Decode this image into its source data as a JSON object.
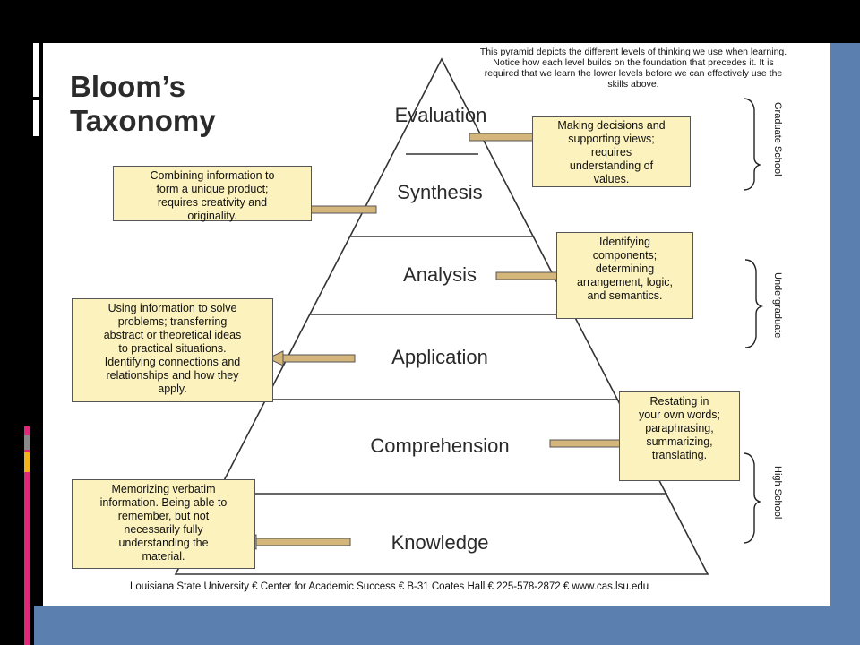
{
  "title": {
    "line1": "Bloom’s",
    "line2": "Taxonomy"
  },
  "intro": [
    "This pyramid depicts the different levels of thinking we use when learning.",
    "Notice how  each level builds on the foundation that precedes it.  It is",
    "required that we learn the lower levels before we can effectively use the",
    "skills above."
  ],
  "levels": [
    "Evaluation",
    "Synthesis",
    "Analysis",
    "Application",
    "Comprehension",
    "Knowledge"
  ],
  "descriptions": {
    "evaluation": [
      "Making decisions and",
      "supporting views;",
      "requires",
      "understanding of",
      "values."
    ],
    "synthesis": [
      "Combining information to",
      "form a unique product;",
      "requires creativity and",
      "originality."
    ],
    "analysis": [
      "Identifying",
      "components;",
      "determining",
      "arrangement, logic,",
      "and semantics."
    ],
    "application": [
      "Using information to solve",
      "problems; transferring",
      "abstract or theoretical ideas",
      "to practical situations.",
      "Identifying connections and",
      "relationships and how they",
      "apply."
    ],
    "comprehension": [
      "Restating in",
      "your own words;",
      "paraphrasing,",
      "summarizing,",
      "translating."
    ],
    "knowledge": [
      "Memorizing verbatim",
      "information. Being able to",
      "remember, but not",
      "necessarily fully",
      "understanding the",
      "material."
    ]
  },
  "brackets": [
    "Graduate School",
    "Undergraduate",
    "High School"
  ],
  "footer": "Louisiana State University € Center for Academic Success € B-31 Coates Hall € 225-578-2872 € www.cas.lsu.edu",
  "colors": {
    "box_fill": "#fcf2be",
    "arrow_fill": "#d4b57a",
    "slide_bg": "#ffffff",
    "bottom_band": "#5b7fae",
    "accent_pink": "#e0287a",
    "accent_yellow": "#f2b21b"
  }
}
